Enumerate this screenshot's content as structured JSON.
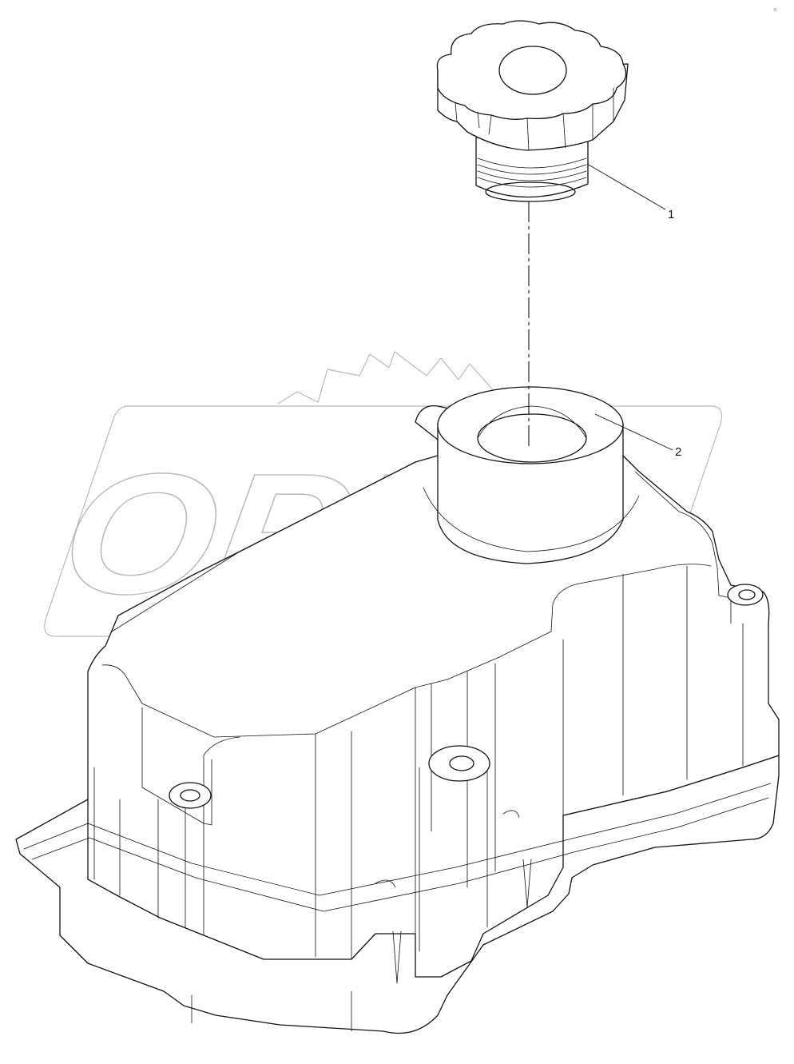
{
  "diagram": {
    "callouts": [
      {
        "id": "1",
        "label": "1"
      },
      {
        "id": "2",
        "label": "2"
      }
    ],
    "watermark": {
      "text": "OPEX"
    },
    "corner_mark": "©"
  }
}
